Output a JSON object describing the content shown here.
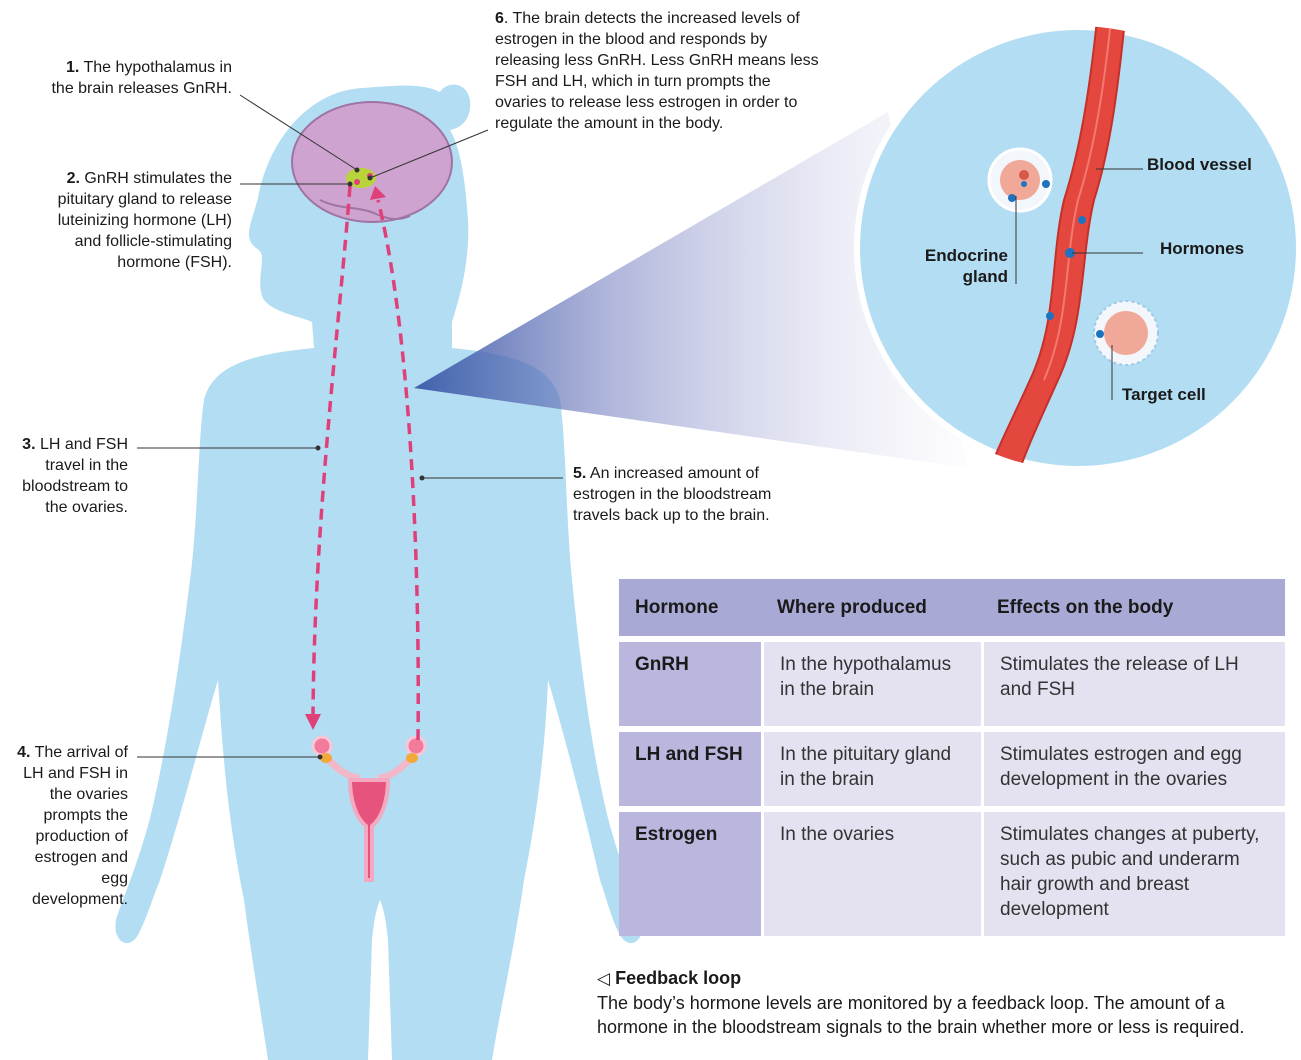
{
  "notes": {
    "n1_num": "1.",
    "n1_text": " The hypothalamus in the brain releases GnRH.",
    "n2_num": "2.",
    "n2_text": " GnRH stimulates the pituitary gland to release luteinizing hormone (LH) and follicle-stimulating hormone (FSH).",
    "n3_num": "3.",
    "n3_text": " LH and FSH travel in the bloodstream to the ovaries.",
    "n4_num": "4.",
    "n4_text": " The arrival of LH and FSH in the ovaries prompts the production of estrogen and egg development.",
    "n5_num": "5.",
    "n5_text": " An increased amount of estrogen in the bloodstream travels back up to the brain.",
    "n6_num": "6",
    "n6_text": ". The brain detects the increased levels of estrogen in the blood and responds by releasing less GnRH. Less GnRH means less FSH and LH, which in turn prompts the ovaries to release less estrogen in order to regulate the amount in the body."
  },
  "magnified": {
    "blood_vessel": "Blood vessel",
    "hormones": "Hormones",
    "endocrine_gland": "Endocrine gland",
    "target_cell": "Target cell"
  },
  "table": {
    "headers": [
      "Hormone",
      "Where produced",
      "Effects on the body"
    ],
    "rows": [
      {
        "hormone": "GnRH",
        "where": "In the hypothalamus in the brain",
        "effects": "Stimulates the release of LH and FSH"
      },
      {
        "hormone": "LH and FSH",
        "where": "In the pituitary gland in the brain",
        "effects": "Stimulates estrogen and egg development in the ovaries"
      },
      {
        "hormone": "Estrogen",
        "where": "In the ovaries",
        "effects": "Stimulates changes at puberty, such as pubic and underarm hair growth and breast development"
      }
    ]
  },
  "caption": {
    "icon": "triangle-left-icon",
    "title": "Feedback loop",
    "text": "The body’s hormone levels are monitored by a feedback loop. The amount of a hormone in the bloodstream signals to the brain whether more or less is required."
  },
  "colors": {
    "body": "#b3ddf2",
    "brain": "#cfa3cf",
    "pituitary": "#b8d43a",
    "arrow": "#e0407a",
    "vessel": "#e4473d",
    "table_header": "#a9a9d6",
    "table_cell": "#e4e1f1"
  }
}
